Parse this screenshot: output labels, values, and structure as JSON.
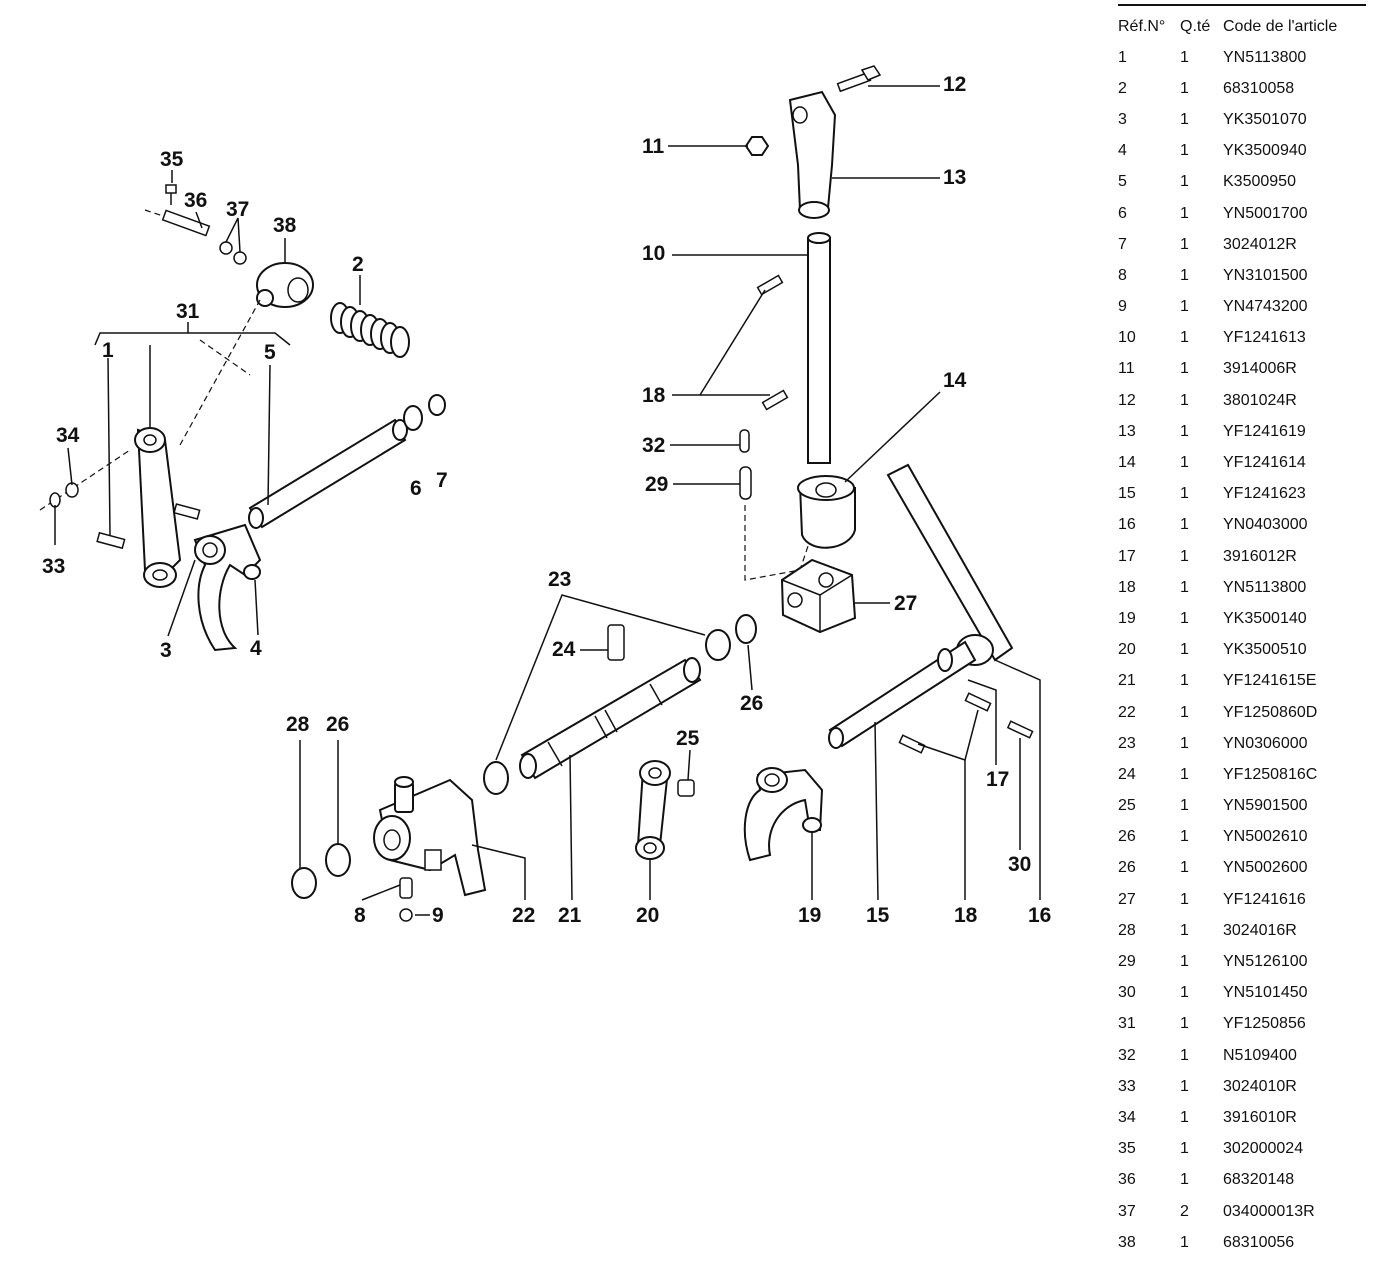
{
  "callouts": [
    "35",
    "36",
    "37",
    "38",
    "2",
    "31",
    "1",
    "5",
    "34",
    "6",
    "7",
    "33",
    "3",
    "4",
    "11",
    "12",
    "13",
    "10",
    "18",
    "32",
    "29",
    "14",
    "27",
    "23",
    "24",
    "26",
    "25",
    "28",
    "26",
    "8",
    "9",
    "22",
    "21",
    "20",
    "19",
    "15",
    "18",
    "17",
    "16",
    "30"
  ],
  "parts_table": {
    "headers": {
      "ref": "Réf.N°",
      "qty": "Q.té",
      "code": "Code de l'article"
    },
    "rows": [
      {
        "ref": "1",
        "qty": "1",
        "code": "YN5113800"
      },
      {
        "ref": "2",
        "qty": "1",
        "code": "68310058"
      },
      {
        "ref": "3",
        "qty": "1",
        "code": "YK3501070"
      },
      {
        "ref": "4",
        "qty": "1",
        "code": "YK3500940"
      },
      {
        "ref": "5",
        "qty": "1",
        "code": "K3500950"
      },
      {
        "ref": "6",
        "qty": "1",
        "code": "YN5001700"
      },
      {
        "ref": "7",
        "qty": "1",
        "code": "3024012R"
      },
      {
        "ref": "8",
        "qty": "1",
        "code": "YN3101500"
      },
      {
        "ref": "9",
        "qty": "1",
        "code": "YN4743200"
      },
      {
        "ref": "10",
        "qty": "1",
        "code": "YF1241613"
      },
      {
        "ref": "11",
        "qty": "1",
        "code": "3914006R"
      },
      {
        "ref": "12",
        "qty": "1",
        "code": "3801024R"
      },
      {
        "ref": "13",
        "qty": "1",
        "code": "YF1241619"
      },
      {
        "ref": "14",
        "qty": "1",
        "code": "YF1241614"
      },
      {
        "ref": "15",
        "qty": "1",
        "code": "YF1241623"
      },
      {
        "ref": "16",
        "qty": "1",
        "code": "YN0403000"
      },
      {
        "ref": "17",
        "qty": "1",
        "code": "3916012R"
      },
      {
        "ref": "18",
        "qty": "1",
        "code": "YN5113800"
      },
      {
        "ref": "19",
        "qty": "1",
        "code": "YK3500140"
      },
      {
        "ref": "20",
        "qty": "1",
        "code": "YK3500510"
      },
      {
        "ref": "21",
        "qty": "1",
        "code": "YF1241615E"
      },
      {
        "ref": "22",
        "qty": "1",
        "code": "YF1250860D"
      },
      {
        "ref": "23",
        "qty": "1",
        "code": "YN0306000"
      },
      {
        "ref": "24",
        "qty": "1",
        "code": "YF1250816C"
      },
      {
        "ref": "25",
        "qty": "1",
        "code": "YN5901500"
      },
      {
        "ref": "26",
        "qty": "1",
        "code": "YN5002610"
      },
      {
        "ref": "26",
        "qty": "1",
        "code": "YN5002600"
      },
      {
        "ref": "27",
        "qty": "1",
        "code": "YF1241616"
      },
      {
        "ref": "28",
        "qty": "1",
        "code": "3024016R"
      },
      {
        "ref": "29",
        "qty": "1",
        "code": "YN5126100"
      },
      {
        "ref": "30",
        "qty": "1",
        "code": "YN5101450"
      },
      {
        "ref": "31",
        "qty": "1",
        "code": "YF1250856"
      },
      {
        "ref": "32",
        "qty": "1",
        "code": "N5109400"
      },
      {
        "ref": "33",
        "qty": "1",
        "code": "3024010R"
      },
      {
        "ref": "34",
        "qty": "1",
        "code": "3916010R"
      },
      {
        "ref": "35",
        "qty": "1",
        "code": "302000024"
      },
      {
        "ref": "36",
        "qty": "1",
        "code": "68320148"
      },
      {
        "ref": "37",
        "qty": "2",
        "code": "034000013R"
      },
      {
        "ref": "38",
        "qty": "1",
        "code": "68310056"
      }
    ]
  }
}
